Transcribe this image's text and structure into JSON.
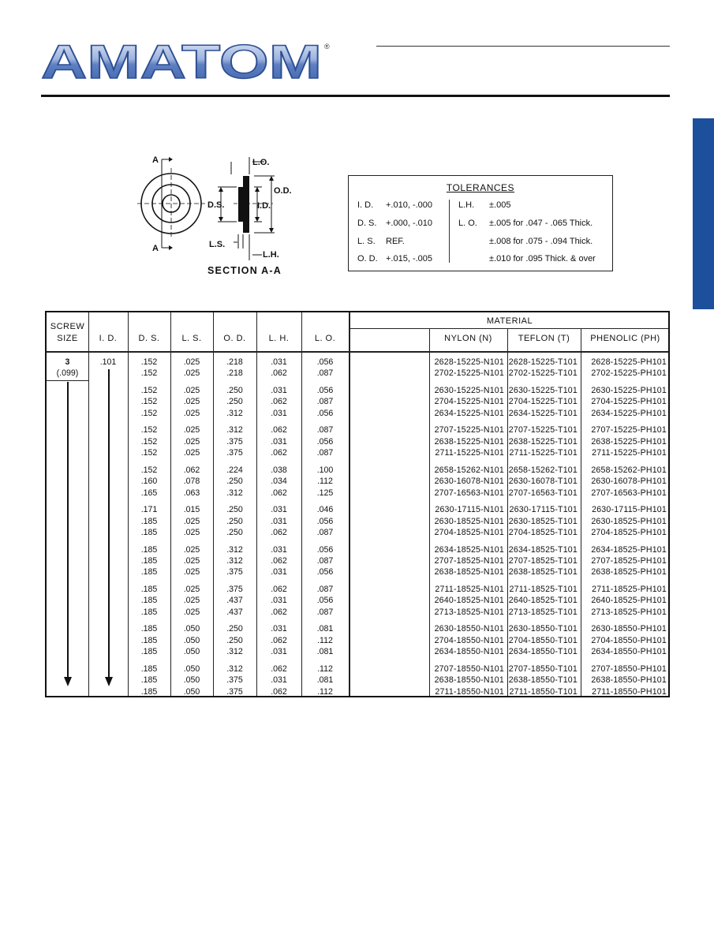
{
  "header": {
    "brand": "AMATOM",
    "registered_mark": "®"
  },
  "diagram": {
    "label_a_top": "A",
    "label_a_bottom": "A",
    "label_lo": "L.O.",
    "label_od": "O.D.",
    "label_ds": "D.S.",
    "label_id": "I.D.",
    "label_ls": "L.S.",
    "label_lh": "L.H.",
    "caption": "SECTION A-A"
  },
  "tolerances": {
    "title": "TOLERANCES",
    "left": [
      {
        "label": "I. D.",
        "value": "+.010, -.000"
      },
      {
        "label": "D. S.",
        "value": "+.000, -.010"
      },
      {
        "label": "L. S.",
        "value": "REF."
      },
      {
        "label": "O. D.",
        "value": "+.015, -.005"
      }
    ],
    "right": [
      {
        "label": "L.H.",
        "value": "±.005"
      },
      {
        "label": "L. O.",
        "value": "±.005 for .047 - .065 Thick."
      },
      {
        "label": "",
        "value": "±.008 for .075 - .094 Thick."
      },
      {
        "label": "",
        "value": "±.010 for .095 Thick. & over"
      }
    ]
  },
  "table": {
    "headers": {
      "screw_size_line1": "SCREW",
      "screw_size_line2": "SIZE",
      "id": "I. D.",
      "ds": "D. S.",
      "ls": "L. S.",
      "od": "O. D.",
      "lh": "L. H.",
      "lo": "L. O.",
      "material": "MATERIAL",
      "nylon": "NYLON (N)",
      "teflon": "TEFLON (T)",
      "phenolic": "PHENOLIC (PH)"
    },
    "screw_size": "3",
    "screw_size_dec": "(.099)",
    "id_value": ".101",
    "groups": [
      [
        {
          "ds": ".152",
          "ls": ".025",
          "od": ".218",
          "lh": ".031",
          "lo": ".056",
          "n": "2628-15225-N101",
          "t": "2628-15225-T101",
          "ph": "2628-15225-PH101"
        },
        {
          "ds": ".152",
          "ls": ".025",
          "od": ".218",
          "lh": ".062",
          "lo": ".087",
          "n": "2702-15225-N101",
          "t": "2702-15225-T101",
          "ph": "2702-15225-PH101"
        }
      ],
      [
        {
          "ds": ".152",
          "ls": ".025",
          "od": ".250",
          "lh": ".031",
          "lo": ".056",
          "n": "2630-15225-N101",
          "t": "2630-15225-T101",
          "ph": "2630-15225-PH101"
        },
        {
          "ds": ".152",
          "ls": ".025",
          "od": ".250",
          "lh": ".062",
          "lo": ".087",
          "n": "2704-15225-N101",
          "t": "2704-15225-T101",
          "ph": "2704-15225-PH101"
        },
        {
          "ds": ".152",
          "ls": ".025",
          "od": ".312",
          "lh": ".031",
          "lo": ".056",
          "n": "2634-15225-N101",
          "t": "2634-15225-T101",
          "ph": "2634-15225-PH101"
        }
      ],
      [
        {
          "ds": ".152",
          "ls": ".025",
          "od": ".312",
          "lh": ".062",
          "lo": ".087",
          "n": "2707-15225-N101",
          "t": "2707-15225-T101",
          "ph": "2707-15225-PH101"
        },
        {
          "ds": ".152",
          "ls": ".025",
          "od": ".375",
          "lh": ".031",
          "lo": ".056",
          "n": "2638-15225-N101",
          "t": "2638-15225-T101",
          "ph": "2638-15225-PH101"
        },
        {
          "ds": ".152",
          "ls": ".025",
          "od": ".375",
          "lh": ".062",
          "lo": ".087",
          "n": "2711-15225-N101",
          "t": "2711-15225-T101",
          "ph": "2711-15225-PH101"
        }
      ],
      [
        {
          "ds": ".152",
          "ls": ".062",
          "od": ".224",
          "lh": ".038",
          "lo": ".100",
          "n": "2658-15262-N101",
          "t": "2658-15262-T101",
          "ph": "2658-15262-PH101"
        },
        {
          "ds": ".160",
          "ls": ".078",
          "od": ".250",
          "lh": ".034",
          "lo": ".112",
          "n": "2630-16078-N101",
          "t": "2630-16078-T101",
          "ph": "2630-16078-PH101"
        },
        {
          "ds": ".165",
          "ls": ".063",
          "od": ".312",
          "lh": ".062",
          "lo": ".125",
          "n": "2707-16563-N101",
          "t": "2707-16563-T101",
          "ph": "2707-16563-PH101"
        }
      ],
      [
        {
          "ds": ".171",
          "ls": ".015",
          "od": ".250",
          "lh": ".031",
          "lo": ".046",
          "n": "2630-17115-N101",
          "t": "2630-17115-T101",
          "ph": "2630-17115-PH101"
        },
        {
          "ds": ".185",
          "ls": ".025",
          "od": ".250",
          "lh": ".031",
          "lo": ".056",
          "n": "2630-18525-N101",
          "t": "2630-18525-T101",
          "ph": "2630-18525-PH101"
        },
        {
          "ds": ".185",
          "ls": ".025",
          "od": ".250",
          "lh": ".062",
          "lo": ".087",
          "n": "2704-18525-N101",
          "t": "2704-18525-T101",
          "ph": "2704-18525-PH101"
        }
      ],
      [
        {
          "ds": ".185",
          "ls": ".025",
          "od": ".312",
          "lh": ".031",
          "lo": ".056",
          "n": "2634-18525-N101",
          "t": "2634-18525-T101",
          "ph": "2634-18525-PH101"
        },
        {
          "ds": ".185",
          "ls": ".025",
          "od": ".312",
          "lh": ".062",
          "lo": ".087",
          "n": "2707-18525-N101",
          "t": "2707-18525-T101",
          "ph": "2707-18525-PH101"
        },
        {
          "ds": ".185",
          "ls": ".025",
          "od": ".375",
          "lh": ".031",
          "lo": ".056",
          "n": "2638-18525-N101",
          "t": "2638-18525-T101",
          "ph": "2638-18525-PH101"
        }
      ],
      [
        {
          "ds": ".185",
          "ls": ".025",
          "od": ".375",
          "lh": ".062",
          "lo": ".087",
          "n": "2711-18525-N101",
          "t": "2711-18525-T101",
          "ph": "2711-18525-PH101"
        },
        {
          "ds": ".185",
          "ls": ".025",
          "od": ".437",
          "lh": ".031",
          "lo": ".056",
          "n": "2640-18525-N101",
          "t": "2640-18525-T101",
          "ph": "2640-18525-PH101"
        },
        {
          "ds": ".185",
          "ls": ".025",
          "od": ".437",
          "lh": ".062",
          "lo": ".087",
          "n": "2713-18525-N101",
          "t": "2713-18525-T101",
          "ph": "2713-18525-PH101"
        }
      ],
      [
        {
          "ds": ".185",
          "ls": ".050",
          "od": ".250",
          "lh": ".031",
          "lo": ".081",
          "n": "2630-18550-N101",
          "t": "2630-18550-T101",
          "ph": "2630-18550-PH101"
        },
        {
          "ds": ".185",
          "ls": ".050",
          "od": ".250",
          "lh": ".062",
          "lo": ".112",
          "n": "2704-18550-N101",
          "t": "2704-18550-T101",
          "ph": "2704-18550-PH101"
        },
        {
          "ds": ".185",
          "ls": ".050",
          "od": ".312",
          "lh": ".031",
          "lo": ".081",
          "n": "2634-18550-N101",
          "t": "2634-18550-T101",
          "ph": "2634-18550-PH101"
        }
      ],
      [
        {
          "ds": ".185",
          "ls": ".050",
          "od": ".312",
          "lh": ".062",
          "lo": ".112",
          "n": "2707-18550-N101",
          "t": "2707-18550-T101",
          "ph": "2707-18550-PH101"
        },
        {
          "ds": ".185",
          "ls": ".050",
          "od": ".375",
          "lh": ".031",
          "lo": ".081",
          "n": "2638-18550-N101",
          "t": "2638-18550-T101",
          "ph": "2638-18550-PH101"
        },
        {
          "ds": ".185",
          "ls": ".050",
          "od": ".375",
          "lh": ".062",
          "lo": ".112",
          "n": "2711-18550-N101",
          "t": "2711-18550-T101",
          "ph": "2711-18550-PH101"
        }
      ]
    ]
  },
  "colors": {
    "brand_blue": "#1c4f9c",
    "logo_light": "#c9d6ee",
    "logo_mid": "#6f8fc9"
  }
}
